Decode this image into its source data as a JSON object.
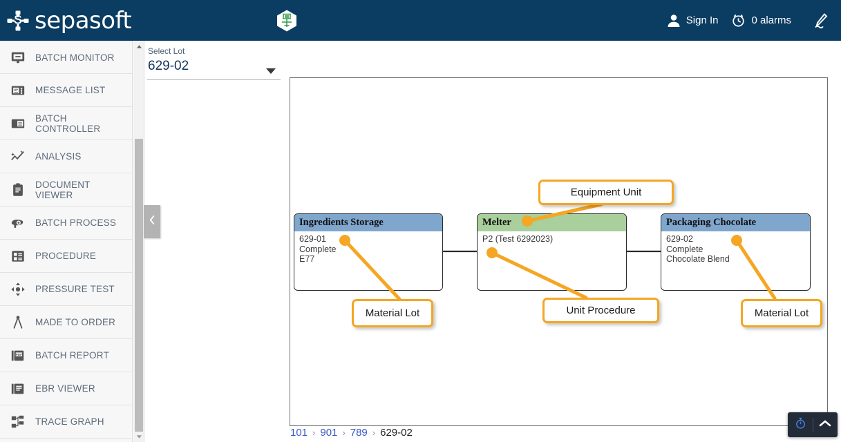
{
  "header": {
    "brand": "sepasoft",
    "brand_logo_icon": "sepasoft-logo-icon",
    "center_icon": "batch-hexagon-icon",
    "sign_in_label": "Sign In",
    "sign_in_icon": "user-icon",
    "alarms_label": "0 alarms",
    "alarms_icon": "alarm-clock-icon",
    "signature_icon": "pen-signature-icon",
    "background_color": "#0b3c61"
  },
  "sidebar": {
    "scroll_up_icon": "scroll-up-arrow-icon",
    "scroll_down_icon": "scroll-down-arrow-icon",
    "collapse_icon": "chevron-left-icon",
    "items": [
      {
        "label": "BATCH MONITOR",
        "icon": "monitor-icon"
      },
      {
        "label": "MESSAGE LIST",
        "icon": "message-list-icon"
      },
      {
        "label": "BATCH CONTROLLER",
        "icon": "controller-panel-icon"
      },
      {
        "label": "ANALYSIS",
        "icon": "trend-chart-icon"
      },
      {
        "label": "DOCUMENT VIEWER",
        "icon": "clipboard-icon"
      },
      {
        "label": "BATCH PROCESS",
        "icon": "process-gauge-icon"
      },
      {
        "label": "PROCEDURE",
        "icon": "procedure-grid-icon"
      },
      {
        "label": "PRESSURE TEST",
        "icon": "four-arrows-icon"
      },
      {
        "label": "MADE TO ORDER",
        "icon": "compass-icon"
      },
      {
        "label": "BATCH REPORT",
        "icon": "pdf-document-icon"
      },
      {
        "label": "EBR VIEWER",
        "icon": "book-pages-icon"
      },
      {
        "label": "TRACE GRAPH",
        "icon": "node-graph-icon"
      }
    ]
  },
  "lot_selector": {
    "label": "Select Lot",
    "value": "629-02",
    "caret_icon": "chevron-down-icon"
  },
  "diagram": {
    "nodes": [
      {
        "title": "Ingredients Storage",
        "header_color": "#7fa6cc",
        "lines": [
          "629-01",
          "Complete",
          "E77"
        ]
      },
      {
        "title": "Melter",
        "header_color": "#a9cf9c",
        "lines": [
          "P2 (Test 6292023)"
        ]
      },
      {
        "title": "Packaging Chocolate",
        "header_color": "#7fa6cc",
        "lines": [
          "629-02",
          "Complete",
          "Chocolate Blend"
        ]
      }
    ],
    "annotations": [
      {
        "label": "Equipment Unit"
      },
      {
        "label": "Material Lot"
      },
      {
        "label": "Unit Procedure"
      },
      {
        "label": "Material Lot"
      }
    ],
    "annotation_color": "#f5a623"
  },
  "breadcrumb": {
    "links": [
      "101",
      "901",
      "789"
    ],
    "separator": "›",
    "current": "629-02",
    "link_color": "#3858c8"
  },
  "float_widget": {
    "timer_icon": "stopwatch-icon",
    "expand_icon": "chevron-up-icon",
    "background_color": "#232b38",
    "timer_color": "#3d7fe0"
  }
}
